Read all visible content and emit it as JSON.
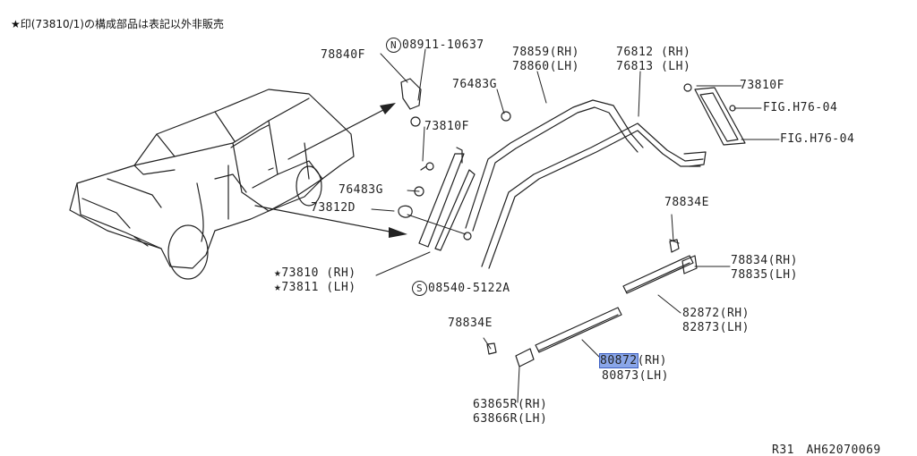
{
  "note": "★印(73810/1)の構成部品は表記以外非販売",
  "footer": "R31　AH62070069",
  "parts": {
    "p78840F": "78840F",
    "p08911_sym": "N",
    "p08911": "08911-10637",
    "p78859": "78859(RH)",
    "p78860": "78860(LH)",
    "p76812": "76812 (RH)",
    "p76813": "76813 (LH)",
    "p76483G_a": "76483G",
    "p73810F_a": "73810F",
    "p73810F_b": "73810F",
    "fig_a": "FIG.H76-04",
    "fig_b": "FIG.H76-04",
    "p76483G_b": "76483G",
    "p73812D": "73812D",
    "p78834E_a": "78834E",
    "p78834": "78834(RH)",
    "p78835": "78835(LH)",
    "p73810": "★73810 (RH)",
    "p73811": "★73811 (LH)",
    "p08540_sym": "S",
    "p08540": "08540-5122A",
    "p82872": "82872(RH)",
    "p82873": "82873(LH)",
    "p78834E_b": "78834E",
    "p80872": "80872",
    "p80872_suffix": "(RH)",
    "p80873": "80873(LH)",
    "p63865": "63865R(RH)",
    "p63866": "63866R(LH)"
  }
}
